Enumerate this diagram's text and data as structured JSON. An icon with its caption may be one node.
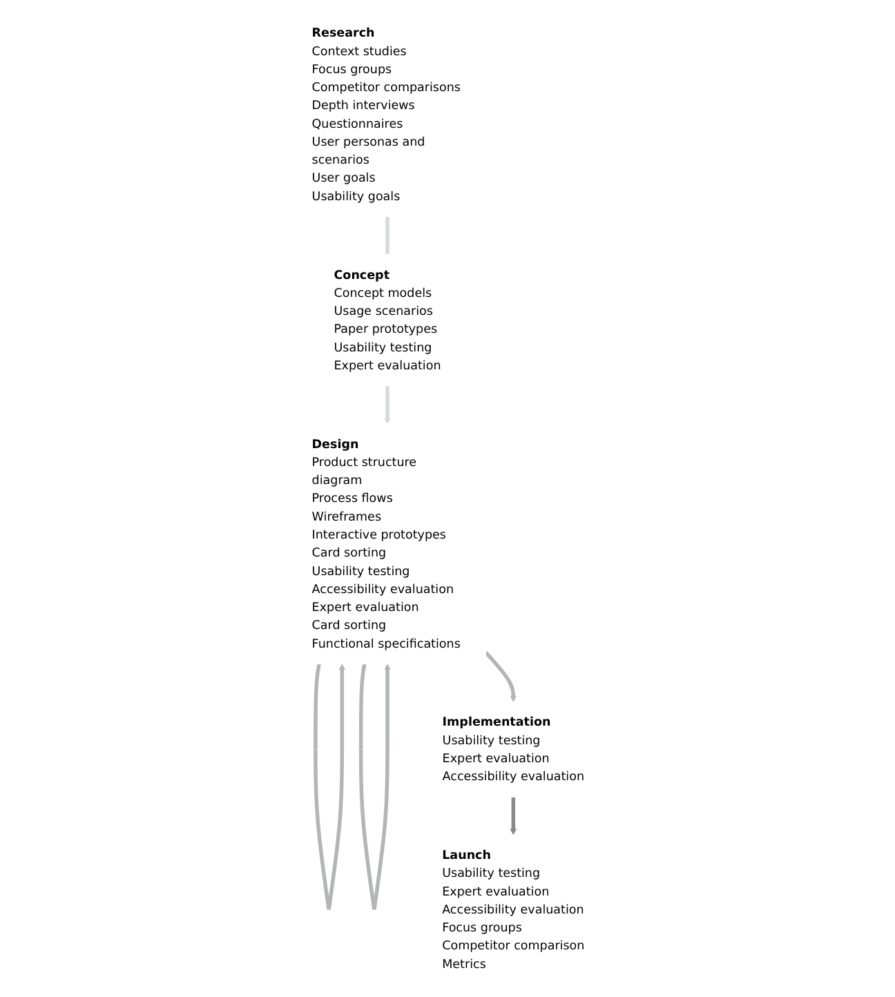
{
  "diagram": {
    "nodes": [
      {
        "text": [
          "Launch",
          "Usability testing",
          "Expert evaluation",
          "Accessibility evaluation",
          "Focus groups",
          "Competitor comparison",
          "Metrics"
        ]
      },
      {
        "text": [
          "Research",
          "Context studies",
          "Focus groups",
          "Competitor comparisons",
          "Depth interviews",
          "Questionnaires",
          "User personas and scenarios",
          "User goals",
          "Usability goals"
        ]
      },
      {
        "text": [
          "Concept",
          "Concept models",
          "Usage scenarios",
          "Paper prototypes",
          "Usability testing",
          "Expert evaluation"
        ]
      },
      {
        "text": [
          "Implementation",
          "Usability testing",
          "Expert evaluation",
          "Accessibility evaluation"
        ]
      },
      {
        "text": [
          "Design",
          "Product structure diagram",
          "Process flows",
          "Wireframes",
          "Interactive prototypes",
          "Card sorting",
          "Usability testing",
          "Accessibility evaluation",
          "Expert evaluation",
          "Card sorting",
          "Functional specifications"
        ]
      }
    ],
    "edges": [
      {
        "from": 1,
        "to": 2,
        "arrow": "none",
        "color": "#d8d9db"
      },
      {
        "from": 2,
        "to": 4,
        "arrow": "to",
        "color": "#d8d9db"
      },
      {
        "from": 4,
        "to": 4,
        "arrow": "to",
        "color": "#b4b5b7"
      },
      {
        "from": 4,
        "to": 4,
        "arrow": "to",
        "color": "#b4b5b7"
      },
      {
        "from": 4,
        "to": 3,
        "arrow": "to",
        "color": "#b4b5b7"
      },
      {
        "from": 3,
        "to": 0,
        "arrow": "to",
        "color": "#8a8b8d"
      }
    ]
  }
}
